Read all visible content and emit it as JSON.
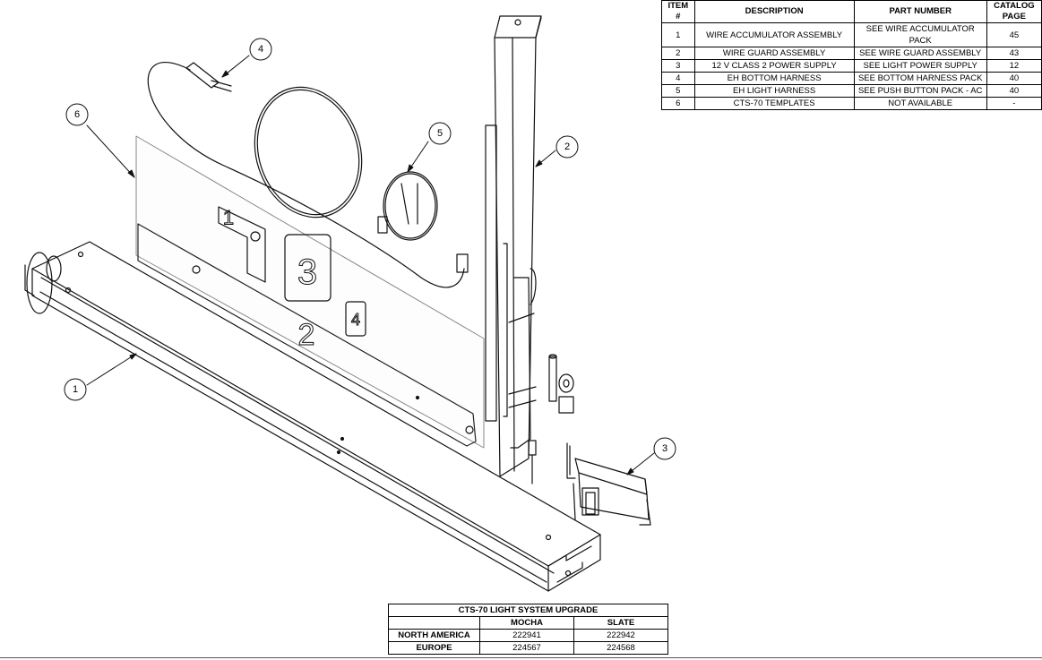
{
  "parts_table": {
    "headers": {
      "item": "ITEM\n#",
      "description": "DESCRIPTION",
      "part_number": "PART NUMBER",
      "catalog_page": "CATALOG\nPAGE"
    },
    "rows": [
      {
        "item": "1",
        "description": "WIRE ACCUMULATOR ASSEMBLY",
        "part_number": "SEE WIRE ACCUMULATOR PACK",
        "catalog_page": "45"
      },
      {
        "item": "2",
        "description": "WIRE GUARD ASSEMBLY",
        "part_number": "SEE WIRE GUARD ASSEMBLY",
        "catalog_page": "43"
      },
      {
        "item": "3",
        "description": "12 V CLASS 2 POWER SUPPLY",
        "part_number": "SEE LIGHT POWER SUPPLY",
        "catalog_page": "12"
      },
      {
        "item": "4",
        "description": "EH BOTTOM HARNESS",
        "part_number": "SEE BOTTOM HARNESS PACK",
        "catalog_page": "40"
      },
      {
        "item": "5",
        "description": "EH LIGHT HARNESS",
        "part_number": "SEE PUSH BUTTON PACK - AC",
        "catalog_page": "40"
      },
      {
        "item": "6",
        "description": "CTS-70 TEMPLATES",
        "part_number": "NOT AVAILABLE",
        "catalog_page": "-"
      }
    ]
  },
  "upgrade_table": {
    "title": "CTS-70 LIGHT SYSTEM UPGRADE",
    "columns": [
      "MOCHA",
      "SLATE"
    ],
    "rows": [
      {
        "region": "NORTH AMERICA",
        "values": [
          "222941",
          "222942"
        ]
      },
      {
        "region": "EUROPE",
        "values": [
          "224567",
          "224568"
        ]
      }
    ]
  },
  "callouts": {
    "c1": "1",
    "c2": "2",
    "c3": "3",
    "c4": "4",
    "c5": "5",
    "c6": "6"
  },
  "template_marks": {
    "m1": "1",
    "m2": "2",
    "m3": "3",
    "m4": "4"
  }
}
